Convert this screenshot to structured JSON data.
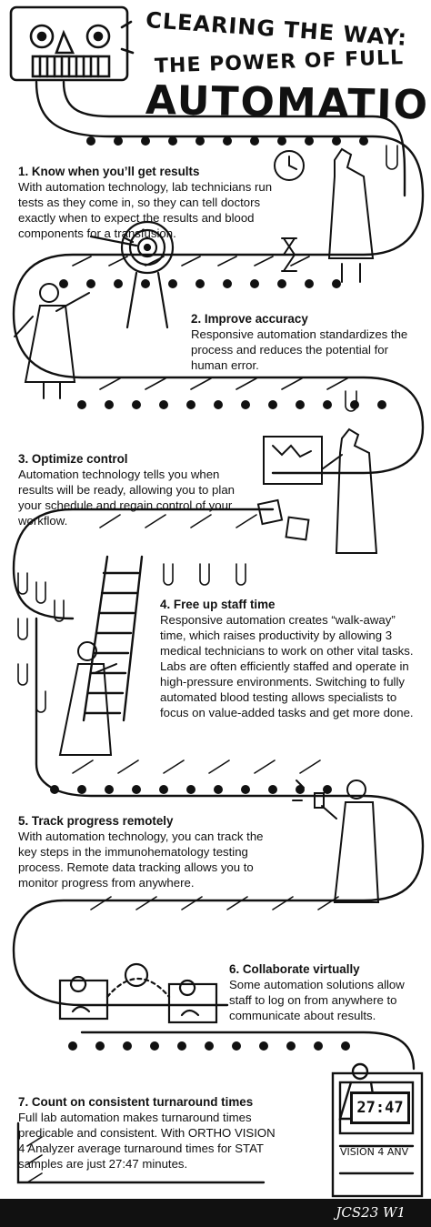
{
  "title": {
    "line1": "CLEARING THE WAY:",
    "line2": "THE POWER OF FULL",
    "line3": "AUTOMATION"
  },
  "steps": [
    {
      "heading": "1. Know when you’ll get results",
      "text": "With automation technology, lab technicians run tests as they come in, so they can tell doctors exactly when to expect the results and blood components for a transfusion."
    },
    {
      "heading": "2. Improve accuracy",
      "text": "Responsive automation standardizes the process and reduces the potential for human error."
    },
    {
      "heading": "3. Optimize control",
      "text": "Automation technology tells you when results will be ready, allowing you to plan your schedule and regain control of your workflow."
    },
    {
      "heading": "4. Free up staff time",
      "text": "Responsive automation creates “walk-away” time, which raises productivity by allowing 3 medical technicians to work on other vital tasks. Labs are often efficiently staffed and operate in high-pressure environments. Switching to fully automated blood testing allows specialists to focus on value-added tasks and get more done."
    },
    {
      "heading": "5. Track progress remotely",
      "text": "With automation technology, you can track the key steps in the immunohematology testing process. Remote data tracking allows you to monitor progress from anywhere."
    },
    {
      "heading": "6. Collaborate virtually",
      "text": "Some automation solutions allow staff to log on from anywhere to communicate about results."
    },
    {
      "heading": "7. Count on consistent turnaround times",
      "text": "Full lab automation makes turnaround times predicable and consistent. With ORTHO VISION 4 Analyzer average turnaround times for STAT samples are just 27:47 minutes."
    }
  ],
  "illustration": {
    "clock_display": "27:47",
    "machine_label": "VISION 4 ANV",
    "signature": "JCS23  W1",
    "ink_color": "#111111",
    "paper_color": "#ffffff"
  }
}
